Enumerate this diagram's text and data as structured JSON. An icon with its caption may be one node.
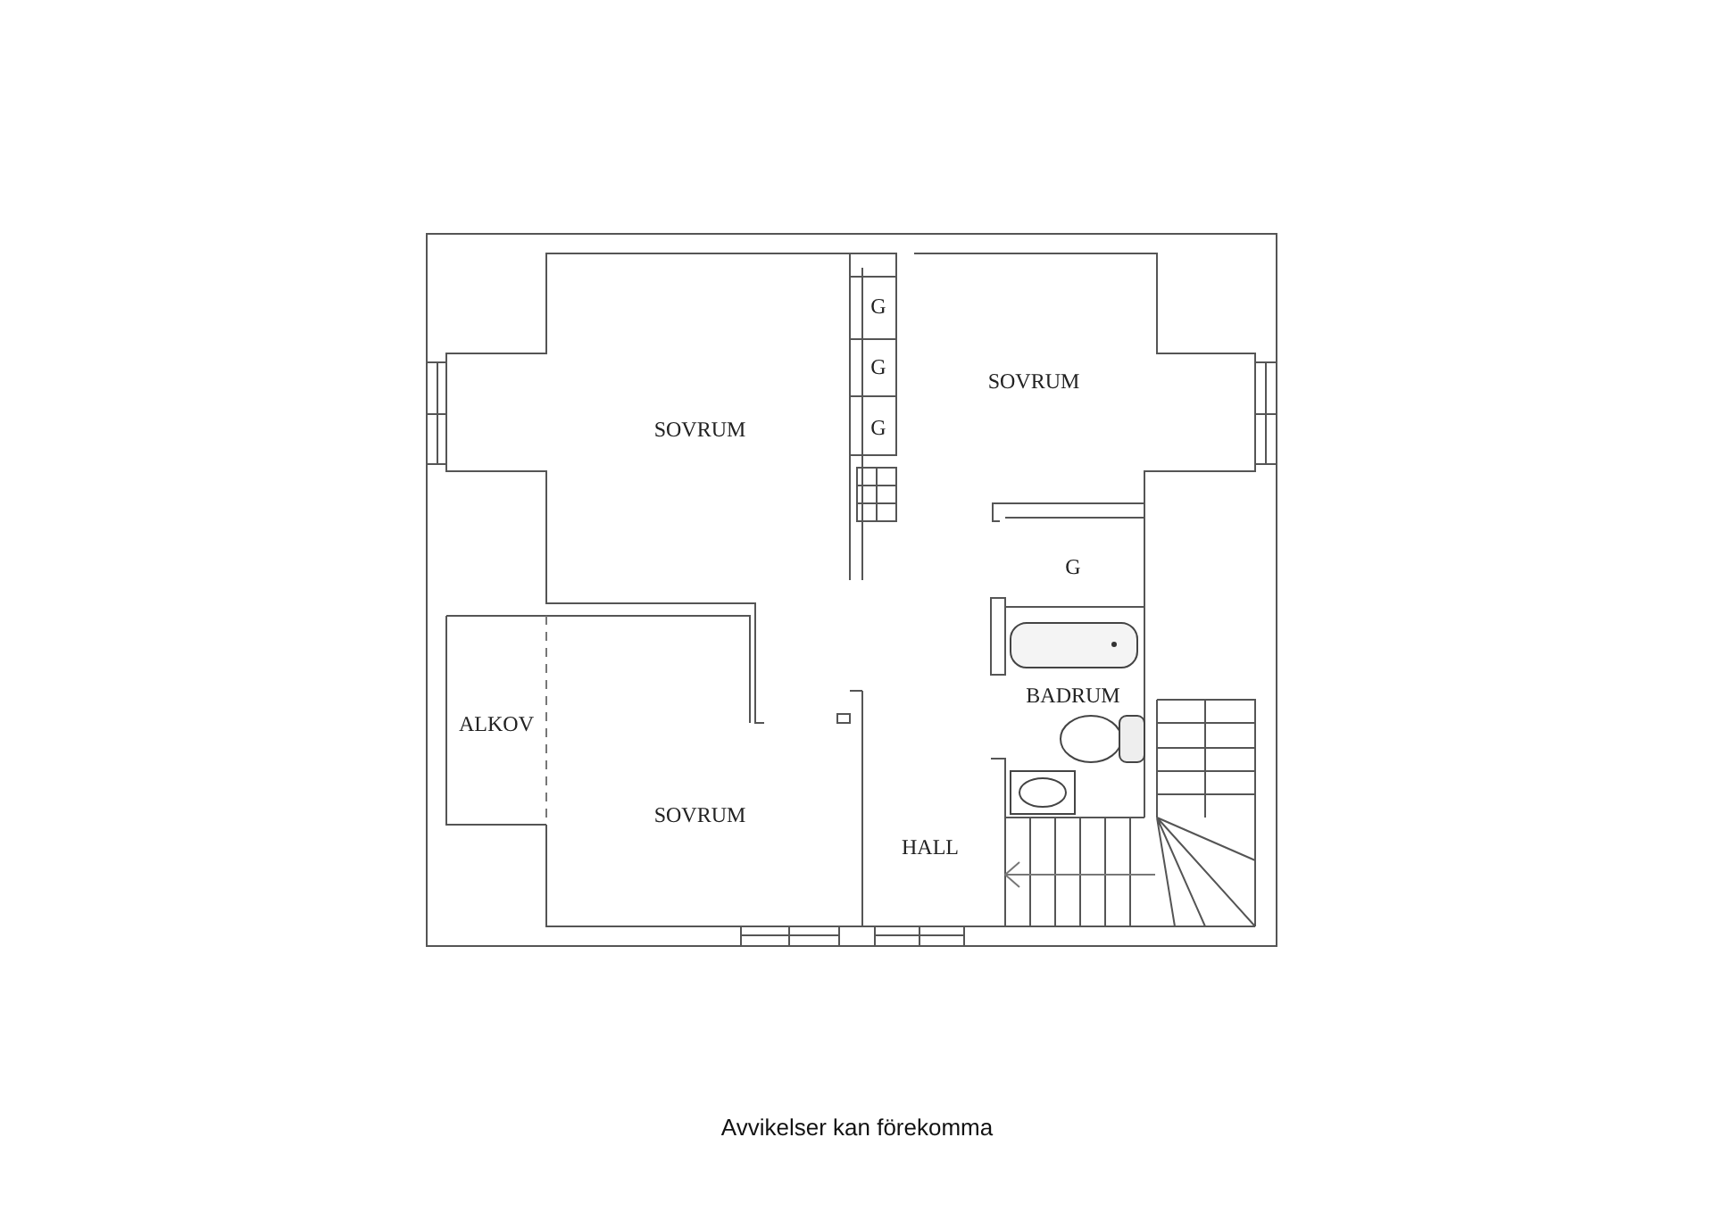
{
  "diagram": {
    "caption": "Avvikelser kan förekomma",
    "labels": [
      "SOVRUM",
      "G",
      "G",
      "G",
      "SOVRUM",
      "G",
      "BADRUM",
      "ALKOV",
      "SOVRUM",
      "HALL"
    ]
  }
}
